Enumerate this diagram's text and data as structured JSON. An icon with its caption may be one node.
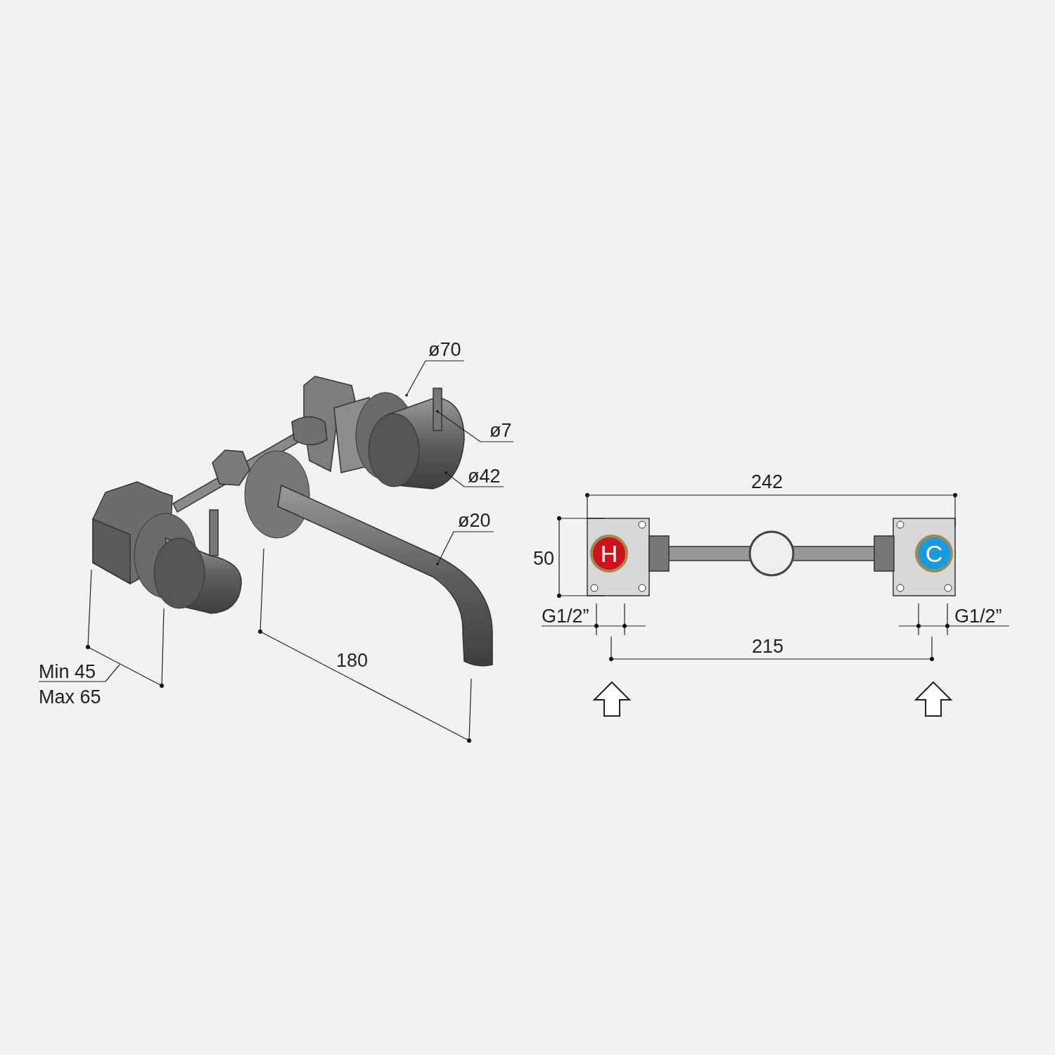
{
  "diagram": {
    "nodes": [
      {
        "text": [
          "ø70"
        ]
      },
      {
        "text": [
          "ø7"
        ]
      },
      {
        "text": [
          "ø42"
        ]
      },
      {
        "text": [
          "ø20"
        ]
      },
      {
        "text": [
          "H"
        ]
      },
      {
        "text": [
          "C"
        ]
      },
      {
        "text": [
          "Min 45",
          "Max 65"
        ]
      },
      {
        "text": [
          "G1/2”"
        ]
      },
      {
        "text": [
          "G1/2”"
        ]
      }
    ],
    "edges": [
      {
        "from": 0,
        "to": null,
        "arrow": "other"
      },
      {
        "from": 1,
        "to": null,
        "arrow": "other"
      },
      {
        "from": 2,
        "to": null,
        "arrow": "other"
      },
      {
        "from": 3,
        "to": null,
        "arrow": "other"
      },
      {
        "from": 6,
        "to": null,
        "arrow": "none"
      },
      {
        "from": 7,
        "to": null,
        "arrow": "none"
      },
      {
        "from": 8,
        "to": null,
        "arrow": "none"
      }
    ],
    "labels": [
      "180",
      "242",
      "50",
      "215"
    ]
  }
}
